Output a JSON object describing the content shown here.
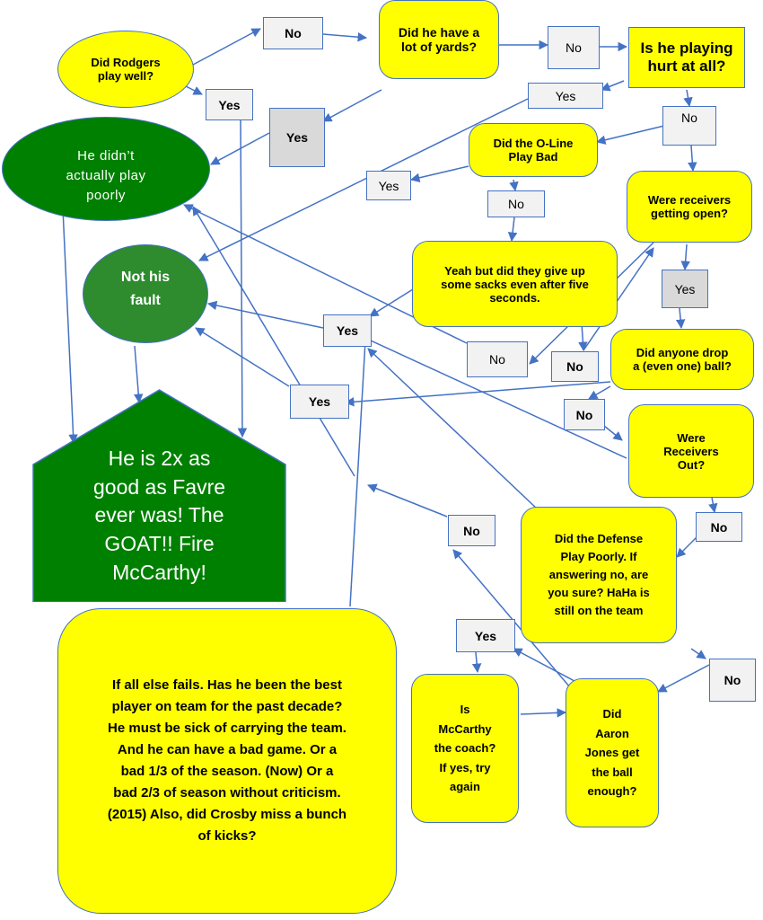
{
  "nodes": {
    "rodgers": "Did Rodgers\nplay well?",
    "yards": "Did he have a\nlot of yards?",
    "hurt": "Is he playing\nhurt at all?",
    "oline": "Did the O-Line\nPlay Bad",
    "sacks": "Yeah but did they give up\nsome sacks even after five\nseconds.",
    "receivers_open": "Were receivers\ngetting open?",
    "drop": "Did anyone drop\na (even one) ball?",
    "receivers_out": "Were\nReceivers\nOut?",
    "defense": "Did the Defense\nPlay Poorly. If\nanswering no, are\nyou sure?  HaHa is\nstill on the team",
    "jones": "Did\nAaron\nJones get\nthe ball\nenough?",
    "mccarthy": "Is\nMcCarthy\nthe coach?\nIf yes, try\nagain",
    "all_else": "If all else fails.  Has he been the best\nplayer on team for the past decade?\nHe must be sick of carrying the team.\nAnd he can have a bad game.  Or a\nbad 1/3 of the season. (Now)  Or a\nbad 2/3 of season without criticism.\n(2015) Also, did Crosby miss a bunch\nof kicks?",
    "didnt_play_poorly": "He didn’t\nactually play\npoorly",
    "not_his_fault": "Not his\nfault",
    "goat": "He is 2x as\ngood as Favre\never was! The\nGOAT!! Fire\nMcCarthy!"
  },
  "answers": {
    "no": "No",
    "yes": "Yes"
  },
  "colors": {
    "question_fill": "#ffff00",
    "outcome_green": "#008000",
    "connector_blue": "#4472c4",
    "answer_box": "#f2f2f2"
  }
}
